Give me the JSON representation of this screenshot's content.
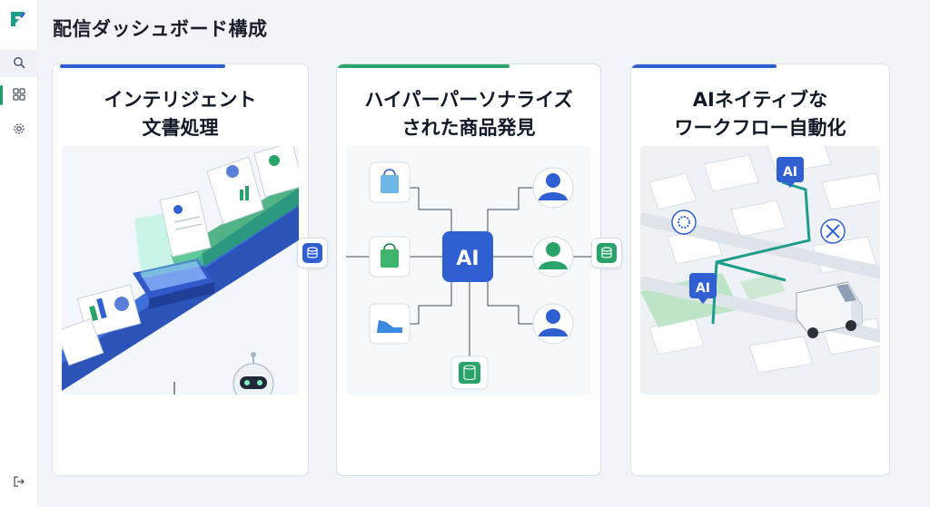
{
  "app": {
    "title": "配信ダッシュボード構成"
  },
  "sidebar": {
    "items": [
      {
        "name": "search",
        "icon": "search-icon"
      },
      {
        "name": "dashboard",
        "icon": "grid-icon"
      },
      {
        "name": "settings",
        "icon": "gear-icon"
      },
      {
        "name": "logout",
        "icon": "logout-icon"
      }
    ]
  },
  "cards": [
    {
      "title": "インテリジェント\n文書処理",
      "accent": "#2f5fd0"
    },
    {
      "title": "ハイパーパーソナライズ\nされた商品発見",
      "accent": "#29a36a"
    },
    {
      "title": "AIネイティブな\nワークフロー自動化",
      "accent": "#2f5fd0"
    }
  ],
  "hub": {
    "label": "AI"
  },
  "map": {
    "pin_labels": [
      "AI",
      "AI"
    ]
  },
  "colors": {
    "blue": "#2f5fd0",
    "green": "#29a36a",
    "teal": "#1e9e8a"
  }
}
